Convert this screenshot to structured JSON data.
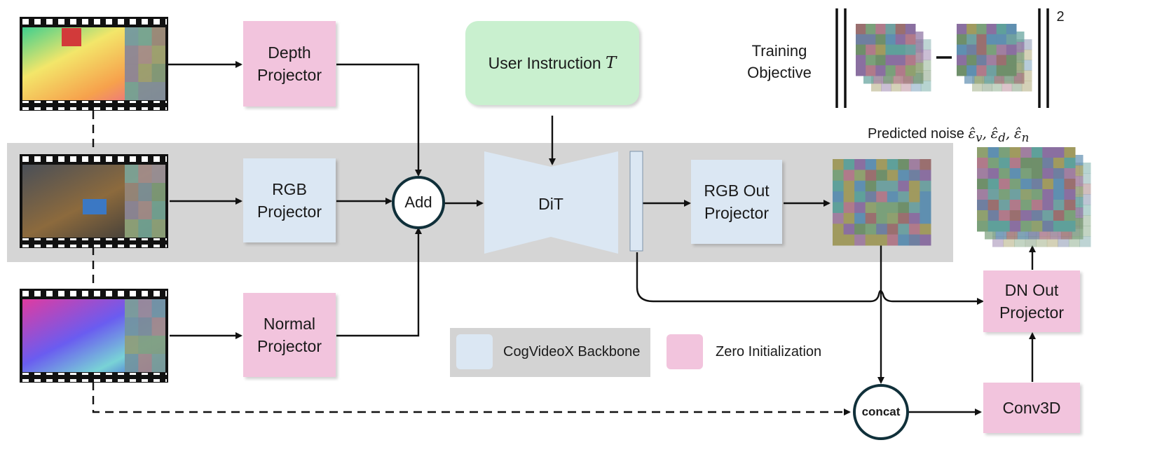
{
  "colors": {
    "zero_init": "#f2c4dd",
    "backbone": "#dbe7f3",
    "instruction": "#c9f0cf",
    "backbone_band": "#d3d3d3",
    "arrow": "#111111",
    "circle_stroke": "#10303a"
  },
  "inputs": {
    "depth": {
      "type": "depth video frames"
    },
    "rgb": {
      "type": "rgb video frames"
    },
    "normal": {
      "type": "normal video frames"
    }
  },
  "nodes": {
    "depth_projector": "Depth\nProjector",
    "rgb_projector": "RGB\nProjector",
    "normal_projector": "Normal\nProjector",
    "add": "Add",
    "user_instruction": "User Instruction",
    "user_instruction_symbol": "T",
    "dit": "DiT",
    "rgb_out_projector": "RGB Out\nProjector",
    "dn_out_projector": "DN Out\nProjector",
    "conv3d": "Conv3D",
    "concat": "concat"
  },
  "training": {
    "label": "Training\nObjective",
    "exponent": "2",
    "minus": "–"
  },
  "predicted_noise": {
    "label": "Predicted noise",
    "symbols": "ε̂",
    "subscripts": [
      "v",
      "d",
      "n"
    ]
  },
  "legend": {
    "backbone": "CogVideoX Backbone",
    "zero_init": "Zero Initialization"
  }
}
